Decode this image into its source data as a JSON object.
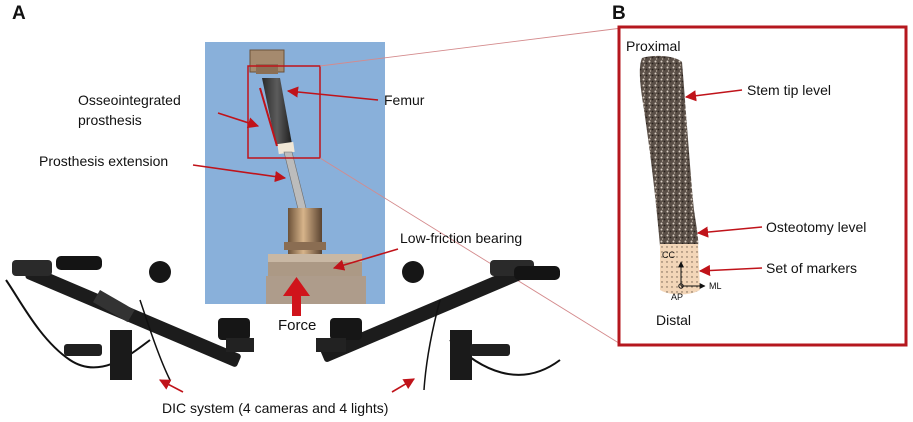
{
  "panels": {
    "a": {
      "letter": "A",
      "labels": {
        "osseo": "Osseointegrated prosthesis",
        "osseo_line1": "Osseointegrated",
        "osseo_line2": "prosthesis",
        "extension": "Prosthesis extension",
        "femur": "Femur",
        "bearing": "Low-friction bearing",
        "force": "Force",
        "dic": "DIC system (4 cameras and 4 lights)"
      }
    },
    "b": {
      "letter": "B",
      "labels": {
        "proximal": "Proximal",
        "distal": "Distal",
        "stem_tip": "Stem tip level",
        "osteotomy": "Osteotomy level",
        "markers": "Set of markers",
        "cc": "CC",
        "ap": "AP",
        "ml": "ML"
      }
    }
  },
  "colors": {
    "annotation": "#c0131a",
    "frame": "#b5171e",
    "backdrop": "#7fa9d6"
  }
}
